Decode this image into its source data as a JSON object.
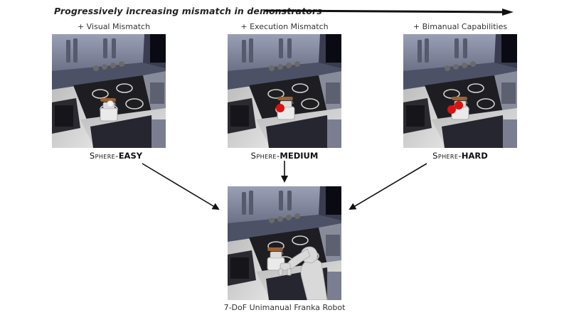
{
  "headline": "Progressively increasing mismatch in demonstrators",
  "panels": [
    {
      "caption": "+ Visual Mismatch",
      "name_prefix": "Sphere-",
      "name_level": "EASY"
    },
    {
      "caption": "+ Execution Mismatch",
      "name_prefix": "Sphere-",
      "name_level": "MEDIUM"
    },
    {
      "caption": "+ Bimanual Capabilities",
      "name_prefix": "Sphere-",
      "name_level": "HARD"
    }
  ],
  "target": {
    "caption": "7-DoF Unimanual Franka Robot"
  },
  "colors": {
    "sphere": "#dd1111",
    "white_sphere": "#f2f2f2",
    "robot": "#d9d9d9",
    "arrow": "#111111"
  }
}
